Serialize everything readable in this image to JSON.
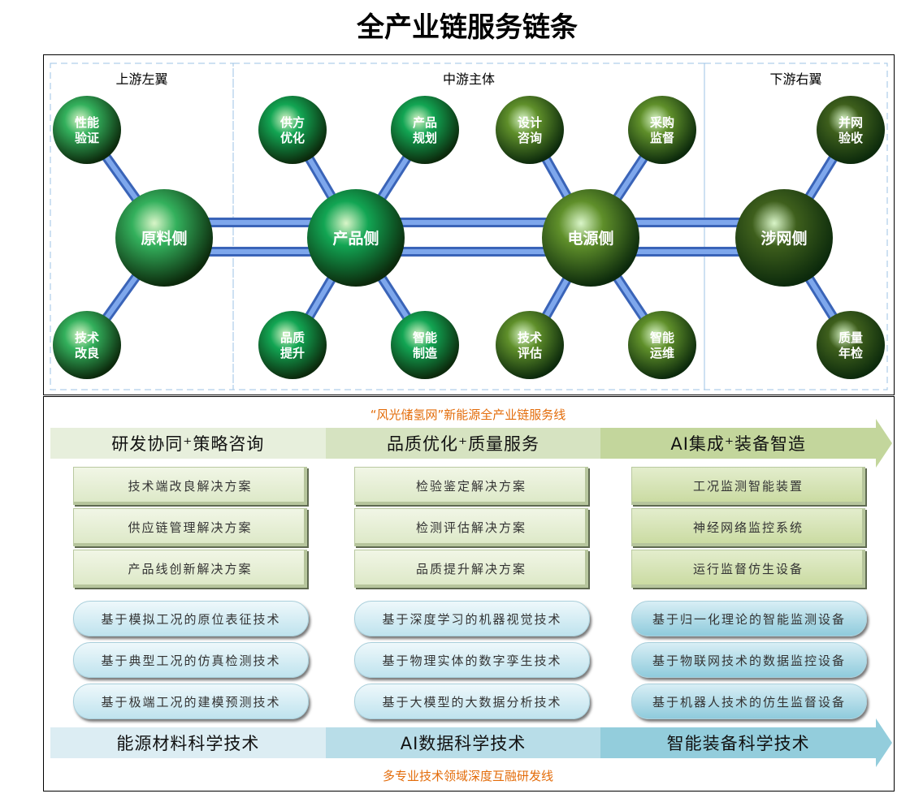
{
  "title": "全产业链服务链条",
  "top": {
    "sections": [
      "上游左翼",
      "中游主体",
      "下游右翼"
    ],
    "hubs": [
      {
        "label": "原料侧",
        "color": "#33b05c"
      },
      {
        "label": "产品侧",
        "color": "#12a553"
      },
      {
        "label": "电源侧",
        "color": "#5f8f2a"
      },
      {
        "label": "涉网侧",
        "color": "#3e5f1c"
      }
    ],
    "nodes": [
      {
        "label": [
          "性能",
          "验证"
        ],
        "hub": 0
      },
      {
        "label": [
          "技术",
          "改良"
        ],
        "hub": 0
      },
      {
        "label": [
          "供方",
          "优化"
        ],
        "hub": 1
      },
      {
        "label": [
          "产品",
          "规划"
        ],
        "hub": 1
      },
      {
        "label": [
          "品质",
          "提升"
        ],
        "hub": 1
      },
      {
        "label": [
          "智能",
          "制造"
        ],
        "hub": 1
      },
      {
        "label": [
          "设计",
          "咨询"
        ],
        "hub": 2
      },
      {
        "label": [
          "采购",
          "监督"
        ],
        "hub": 2
      },
      {
        "label": [
          "技术",
          "评估"
        ],
        "hub": 2
      },
      {
        "label": [
          "智能",
          "运维"
        ],
        "hub": 2
      },
      {
        "label": [
          "并网",
          "验收"
        ],
        "hub": 3
      },
      {
        "label": [
          "质量",
          "年检"
        ],
        "hub": 3
      }
    ]
  },
  "bottom": {
    "service_line": "“风光储氢网”新能源全产业链服务线",
    "service_band": [
      "研发协同⁺策略咨询",
      "品质优化⁺质量服务",
      "AI集成⁺装备智造"
    ],
    "solutions": [
      [
        "技术端改良解决方案",
        "供应链管理解决方案",
        "产品线创新解决方案"
      ],
      [
        "检验鉴定解决方案",
        "检测评估解决方案",
        "品质提升解决方案"
      ],
      [
        "工况监测智能装置",
        "神经网络监控系统",
        "运行监督仿生设备"
      ]
    ],
    "technologies": [
      [
        "基于模拟工况的原位表征技术",
        "基于典型工况的仿真检测技术",
        "基于极端工况的建模预测技术"
      ],
      [
        "基于深度学习的机器视觉技术",
        "基于物理实体的数字孪生技术",
        "基于大模型的大数据分析技术"
      ],
      [
        "基于归一化理论的智能监测设备",
        "基于物联网技术的数据监控设备",
        "基于机器人技术的仿生监督设备"
      ]
    ],
    "science_band": [
      "能源材料科学技术",
      "AI数据科学技术",
      "智能装备科学技术"
    ],
    "rd_line": "多专业技术领域深度互融研发线"
  }
}
